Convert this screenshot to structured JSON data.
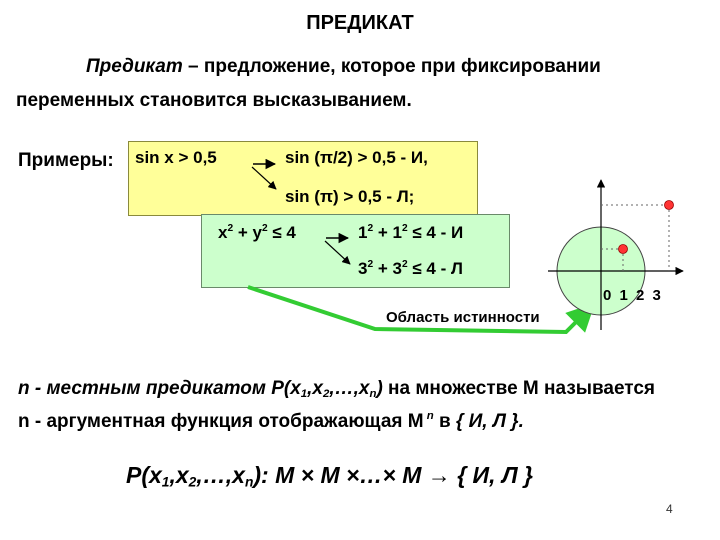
{
  "title": "ПРЕДИКАТ",
  "definition": {
    "term": "Предикат",
    "dash": " – ",
    "text_line1": "предложение, которое при фиксировании",
    "text_line2": "переменных становится высказыванием."
  },
  "examples": {
    "label": "Примеры:",
    "sin_expr": "sin x > 0,5",
    "sin_case1": "sin (π/2) > 0,5 - И,",
    "sin_case2": "sin (π) > 0,5 - Л;",
    "ineq_expr_a": "x",
    "ineq_expr_b": " + y",
    "ineq_expr_c": " ≤ 4",
    "ineq_case1_a": "1",
    "ineq_case1_b": " + 1",
    "ineq_case1_c": " ≤ 4 - И",
    "ineq_case2_a": "3",
    "ineq_case2_b": " + 3",
    "ineq_case2_c": " ≤ 4 - Л",
    "power": "2",
    "region_label": "Область истинности",
    "axis_labels": "0 1 2 3"
  },
  "n_place": {
    "line1_prefix": "n - местным предикатом ",
    "pred_name": "P(x",
    "sub1": "1",
    "sep": ",x",
    "sub2": "2",
    "dots": ",…,x",
    "subn": "n",
    "close": ")",
    "line1_suffix": " на множестве M называется",
    "line2_prefix": "n - аргументная функция отображающая  M",
    "line2_power": " n",
    "line2_mid": "   в   ",
    "line2_set": "{ И, Л }."
  },
  "formula": {
    "head": "P(x",
    "s1": "1",
    "sep1": ",x",
    "s2": "2",
    "dots": ",…,x",
    "sn": "n",
    "body": "):  M × M ×…× M   →  { И, Л }"
  },
  "page_number": "4",
  "colors": {
    "yellow_box": "#ffff99",
    "green_box": "#ccffcc",
    "circle_fill": "#ccffcc",
    "point": "#ff3333",
    "connector": "#33cc33"
  }
}
